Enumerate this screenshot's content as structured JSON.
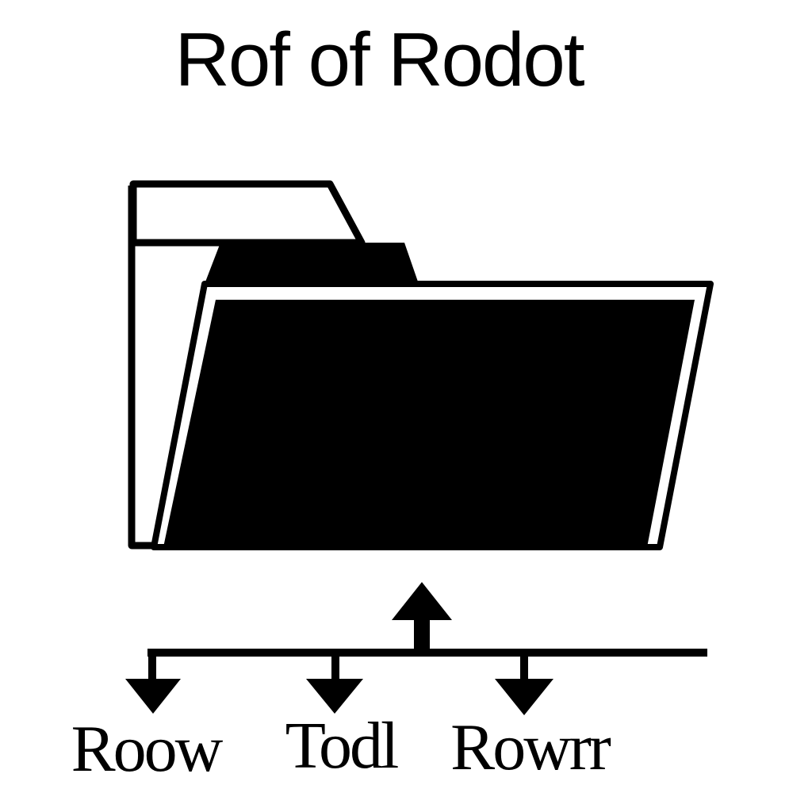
{
  "title": "Rof of Rodot",
  "folder": {
    "icon": "folder-icon",
    "color": "#000000"
  },
  "connector": {
    "up_arrow_icon": "arrow-up-icon",
    "down_arrow_icon": "arrow-down-icon"
  },
  "branches": [
    {
      "label": "Roow"
    },
    {
      "label": "Todl"
    },
    {
      "label": "Rowrr"
    }
  ],
  "colors": {
    "foreground": "#000000",
    "background": "#ffffff"
  }
}
